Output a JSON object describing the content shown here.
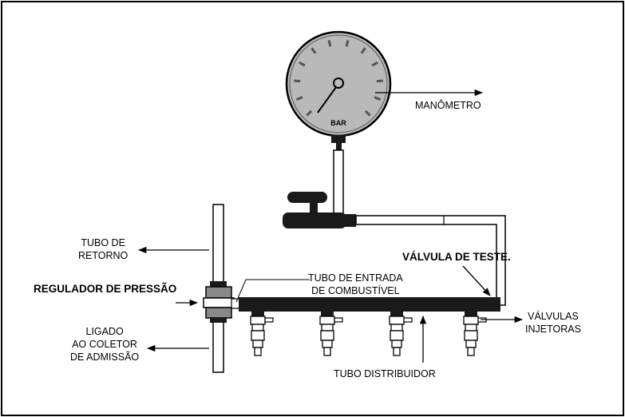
{
  "gauge": {
    "unit": "BAR",
    "face_color": "#b9b9b9"
  },
  "labels": {
    "manometer": "MANÔMETRO",
    "return_tube": [
      "TUBO DE",
      "RETORNO"
    ],
    "pressure_regulator": "REGULADOR DE PRESSÃO",
    "intake_manifold": [
      "LIGADO",
      "AO COLETOR",
      "DE ADMISSÃO"
    ],
    "fuel_inlet_tube": [
      "TUBO DE ENTRADA",
      "DE COMBUSTÍVEL"
    ],
    "test_valve": "VÁLVULA DE TESTE.",
    "injector_valves": [
      "VÁLVULAS",
      "INJETORAS"
    ],
    "distributor_tube": "TUBO DISTRIBUIDOR"
  },
  "colors": {
    "line": "#000000",
    "rail": "#1a1a1a",
    "background": "#ffffff"
  }
}
